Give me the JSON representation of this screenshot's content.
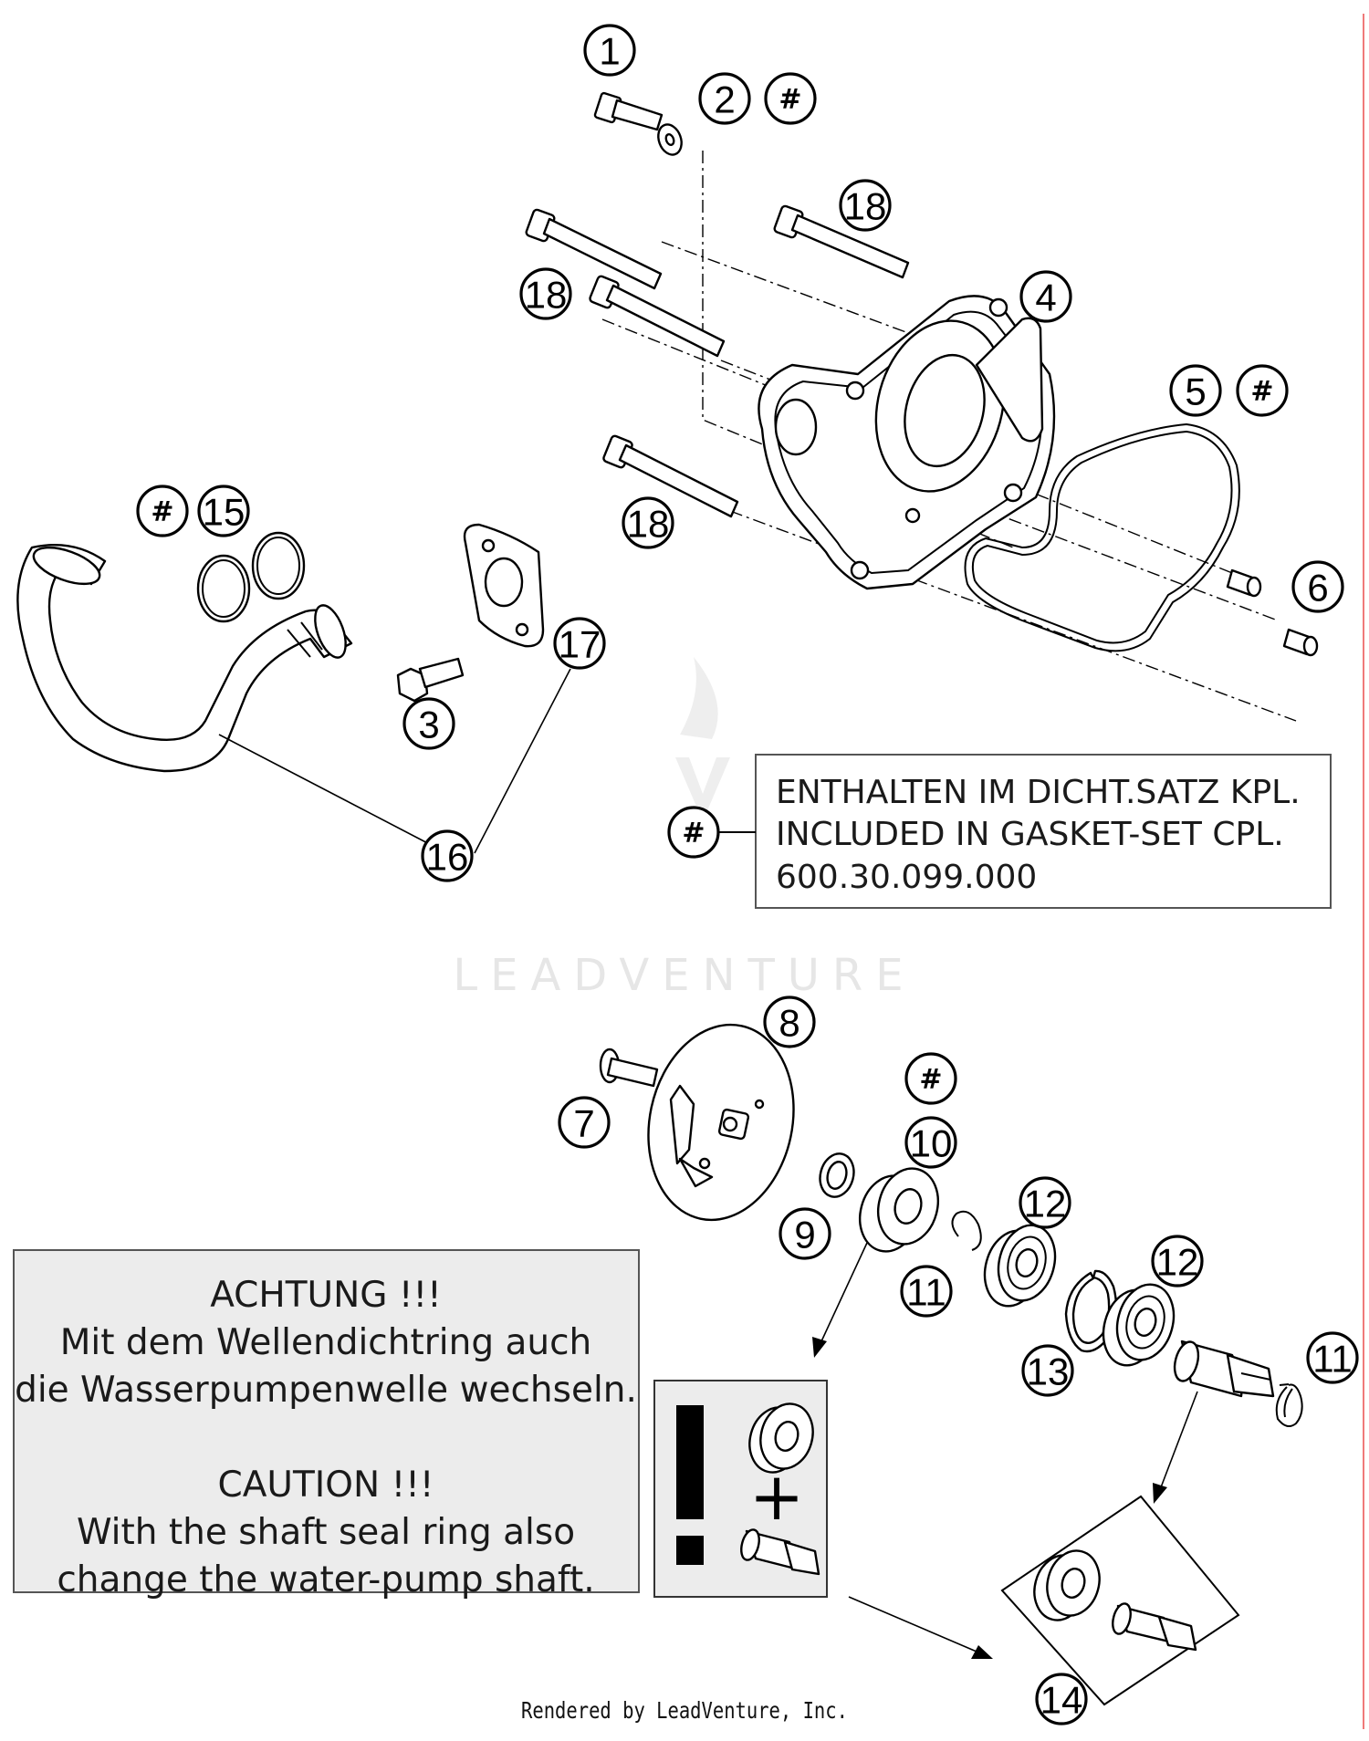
{
  "callouts": {
    "c1": "1",
    "c2": "2",
    "c3": "3",
    "c4": "4",
    "c5": "5",
    "c6": "6",
    "c7": "7",
    "c8": "8",
    "c9": "9",
    "c10": "10",
    "c11a": "11",
    "c11b": "11",
    "c12a": "12",
    "c12b": "12",
    "c13": "13",
    "c14": "14",
    "c15": "15",
    "c16": "16",
    "c17": "17",
    "c18a": "18",
    "c18b": "18",
    "c18c": "18",
    "hash": "#"
  },
  "gasket_note": {
    "symbol": "#",
    "line1": "ENTHALTEN IM DICHT.SATZ KPL.",
    "line2": "INCLUDED IN GASKET-SET CPL.",
    "line3": "600.30.099.000"
  },
  "caution_note": {
    "de_title": "ACHTUNG !!!",
    "de_line1": "Mit dem Wellendichtring auch",
    "de_line2": "die Wasserpumpenwelle wechseln.",
    "en_title": "CAUTION !!!",
    "en_line1": "With the shaft seal ring also",
    "en_line2": "change the water-pump shaft."
  },
  "warning_box": {
    "plus": "+",
    "exclaim": "!"
  },
  "watermark": "LEADVENTURE",
  "footer": "Rendered by LeadVenture, Inc."
}
